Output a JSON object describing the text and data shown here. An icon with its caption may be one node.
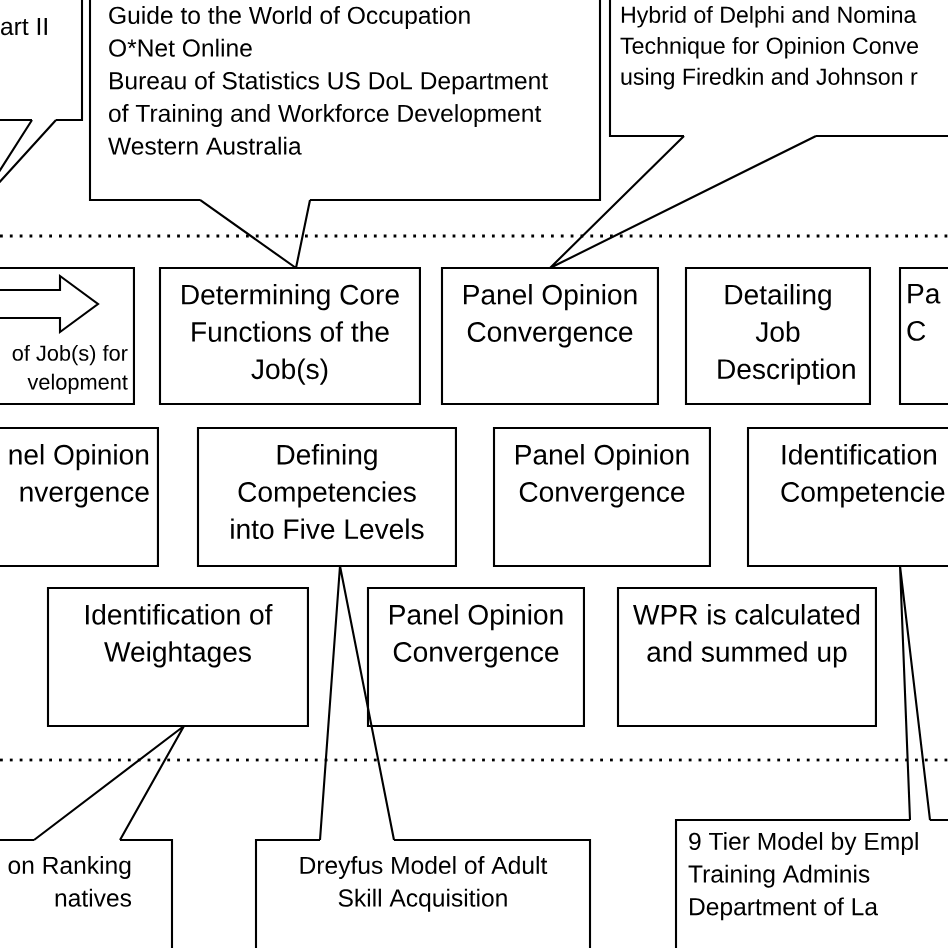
{
  "diagram": {
    "nodes": [
      {
        "text": [
          "art II"
        ]
      },
      {
        "text": [
          "Guide to the World of Occupation",
          "O*Net Online",
          "Bureau of Statistics US DoL Department",
          "of Training and Workforce Development",
          "Western Australia"
        ]
      },
      {
        "text": [
          "Hybrid of Delphi and Nomina Technique for Opinion Conve using Firedkin and Johnson r"
        ]
      },
      {
        "text": [
          "of Job(s) for velopment"
        ]
      },
      {
        "text": [
          "Determining Core Functions of the Job(s)"
        ]
      },
      {
        "text": [
          "Panel Opinion Convergence"
        ]
      },
      {
        "text": [
          "Detailing Job Description"
        ]
      },
      {
        "text": [
          "Pa C"
        ]
      },
      {
        "text": [
          "nel Opinion nvergence"
        ]
      },
      {
        "text": [
          "Defining Competencies into Five Levels"
        ]
      },
      {
        "text": [
          "Panel Opinion Convergence"
        ]
      },
      {
        "text": [
          "Identification Competencie"
        ]
      },
      {
        "text": [
          "Identification of Weightages"
        ]
      },
      {
        "text": [
          "Panel Opinion Convergence"
        ]
      },
      {
        "text": [
          "WPR is calculated and summed up"
        ]
      },
      {
        "text": [
          "on Ranking natives"
        ]
      },
      {
        "text": [
          "Dreyfus Model of Adult Skill Acquisition"
        ]
      },
      {
        "text": [
          "9 Tier Model by Empl Training Adminis Department of La"
        ]
      }
    ],
    "edges": [
      {
        "from": 0,
        "to": null,
        "arrow": "none"
      },
      {
        "from": 1,
        "to": 4,
        "arrow": "none"
      },
      {
        "from": 2,
        "to": 5,
        "arrow": "none"
      },
      {
        "from": 15,
        "to": 12,
        "arrow": "none"
      },
      {
        "from": 16,
        "to": 9,
        "arrow": "none"
      },
      {
        "from": 17,
        "to": 11,
        "arrow": "none"
      }
    ]
  }
}
